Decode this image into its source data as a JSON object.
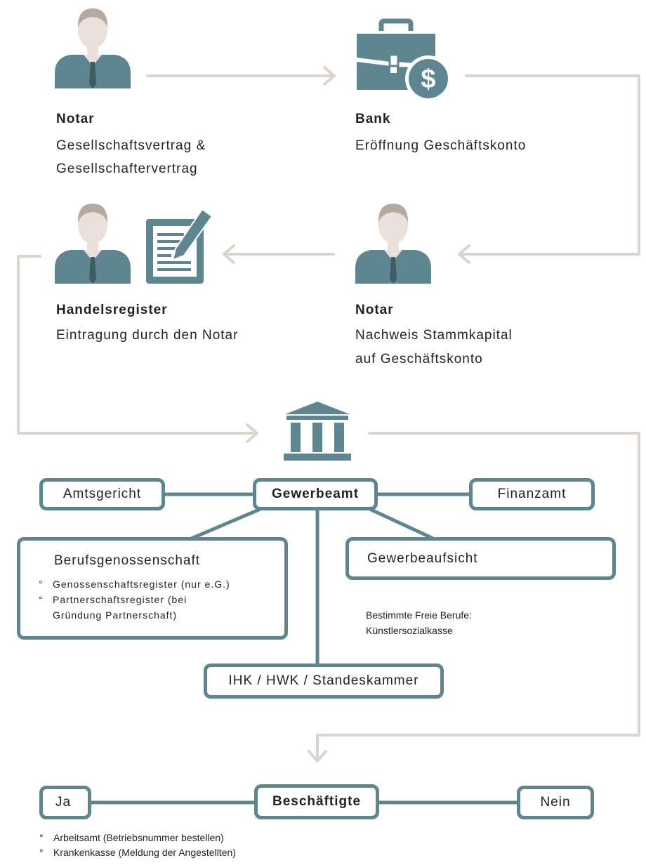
{
  "colors": {
    "teal": "#5e8691",
    "skin": "#e9e1da",
    "hair": "#b6aaa0",
    "arrow": "#dcd5cf"
  },
  "steps": {
    "notar1": {
      "title": "Notar",
      "line1": "Gesellschaftsvertrag &",
      "line2": "Gesellschaftervertrag"
    },
    "bank": {
      "title": "Bank",
      "line1": "Eröffnung Geschäftskonto"
    },
    "handelsregister": {
      "title": "Handelsregister",
      "line1": "Eintragung durch den Notar"
    },
    "notar2": {
      "title": "Notar",
      "line1": "Nachweis Stammkapital",
      "line2": "auf Geschäftskonto"
    }
  },
  "offices": {
    "amtsgericht": "Amtsgericht",
    "gewerbeamt": "Gewerbeamt",
    "finanzamt": "Finanzamt",
    "berufsgenossenschaft": {
      "title": "Berufsgenossenschaft",
      "bullets": [
        "Genossenschaftsregister (nur e.G.)",
        "Partnerschaftsregister (bei",
        "Gründung Partnerschaft)"
      ]
    },
    "gewerbeaufsicht": "Gewerbeaufsicht",
    "freie_berufe": {
      "line1": "Bestimmte Freie Berufe:",
      "line2": "Künstlersozialkasse"
    },
    "kammer": "IHK / HWK / Standeskammer"
  },
  "employees": {
    "ja": "Ja",
    "title": "Beschäftigte",
    "nein": "Nein",
    "bullets": [
      "Arbeitsamt (Betriebsnummer bestellen)",
      "Krankenkasse (Meldung der Angestellten)"
    ]
  },
  "icons": [
    "person-icon",
    "briefcase-dollar-icon",
    "person-icon",
    "document-pen-icon",
    "person-icon",
    "government-building-icon"
  ]
}
